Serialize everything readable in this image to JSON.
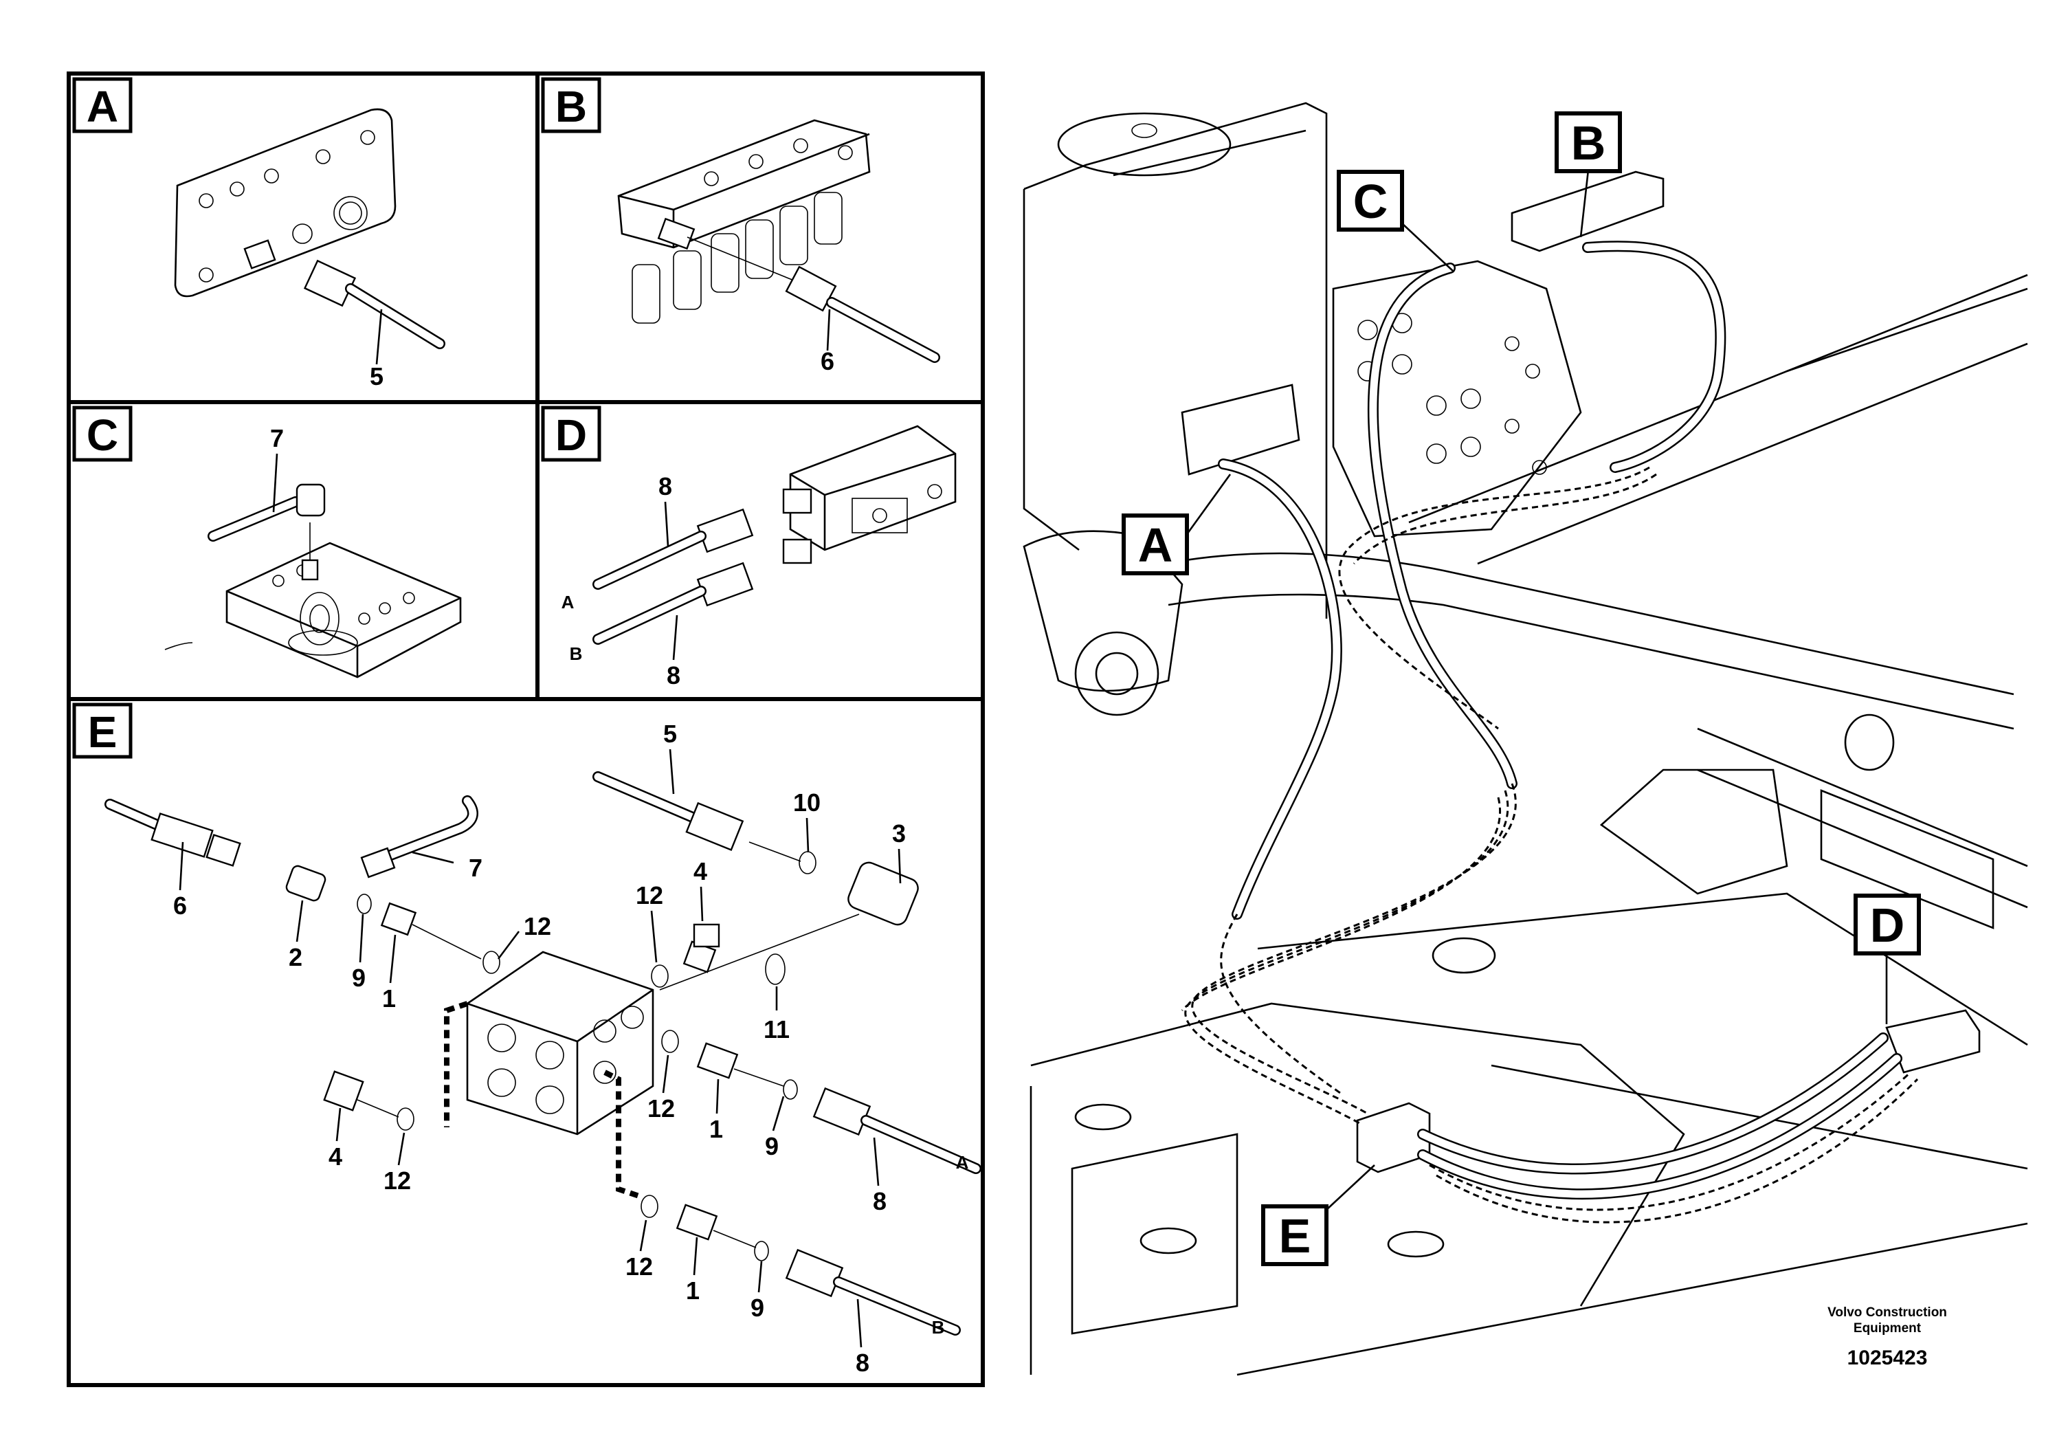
{
  "panels": {
    "A": {
      "letter": "A",
      "labels": [
        "5"
      ]
    },
    "B": {
      "letter": "B",
      "labels": [
        "6"
      ]
    },
    "C": {
      "letter": "C",
      "labels": [
        "7"
      ]
    },
    "D": {
      "letter": "D",
      "labels": [
        "8",
        "8"
      ],
      "sides": [
        "A",
        "B"
      ]
    },
    "E": {
      "letter": "E",
      "labels": [
        "5",
        "10",
        "3",
        "6",
        "7",
        "2",
        "9",
        "1",
        "12",
        "12",
        "4",
        "11",
        "12",
        "1",
        "9",
        "4",
        "12",
        "12",
        "1",
        "9",
        "8",
        "8"
      ],
      "sides": [
        "A",
        "B"
      ]
    }
  },
  "overview": {
    "callouts": [
      "A",
      "B",
      "C",
      "D",
      "E"
    ]
  },
  "footer": {
    "credit_line1": "Volvo Construction",
    "credit_line2": "Equipment",
    "doc_number": "1025423"
  }
}
